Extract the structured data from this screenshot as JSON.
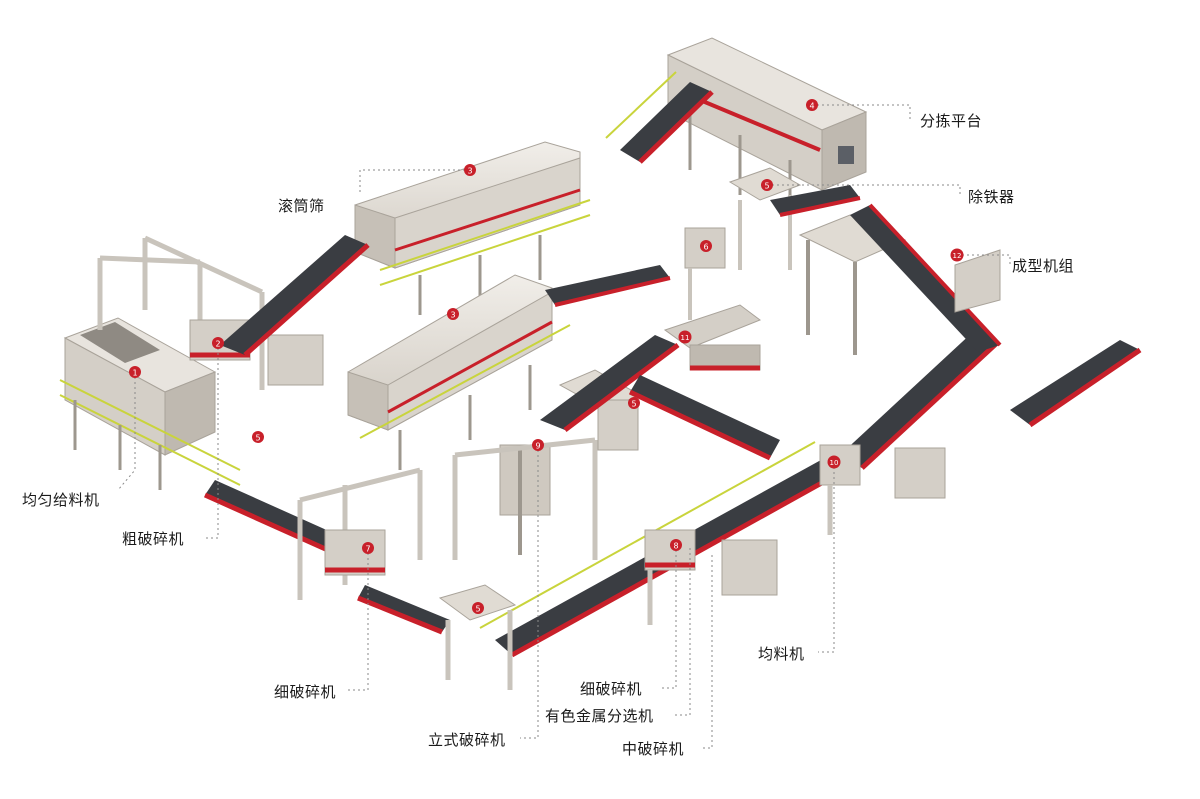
{
  "colors": {
    "frame": "#c9c4bc",
    "frame_dark": "#9d978e",
    "housing": "#d8d3cb",
    "housing_top": "#ebe7e1",
    "belt": "#3a3d42",
    "red": "#c8202a",
    "rail": "#c9d43c",
    "badge": "#c8202a",
    "leader": "#8a8a8a"
  },
  "labels": {
    "l1": "均匀给料机",
    "l2": "粗破碎机",
    "l3": "滚筒筛",
    "l4": "分拣平台",
    "l5": "除铁器",
    "l6": "中破碎机",
    "l7": "细破碎机",
    "l8": "细破碎机",
    "l9": "立式破碎机",
    "l10": "均料机",
    "l11": "有色金属分选机",
    "l12": "成型机组"
  },
  "badges": {
    "b1": "1",
    "b2": "2",
    "b3a": "3",
    "b3b": "3",
    "b4": "4",
    "b5a": "5",
    "b5b": "5",
    "b5c": "5",
    "b5d": "5",
    "b6": "6",
    "b7": "7",
    "b8": "8",
    "b9": "9",
    "b10": "10",
    "b11": "11",
    "b12": "12"
  }
}
